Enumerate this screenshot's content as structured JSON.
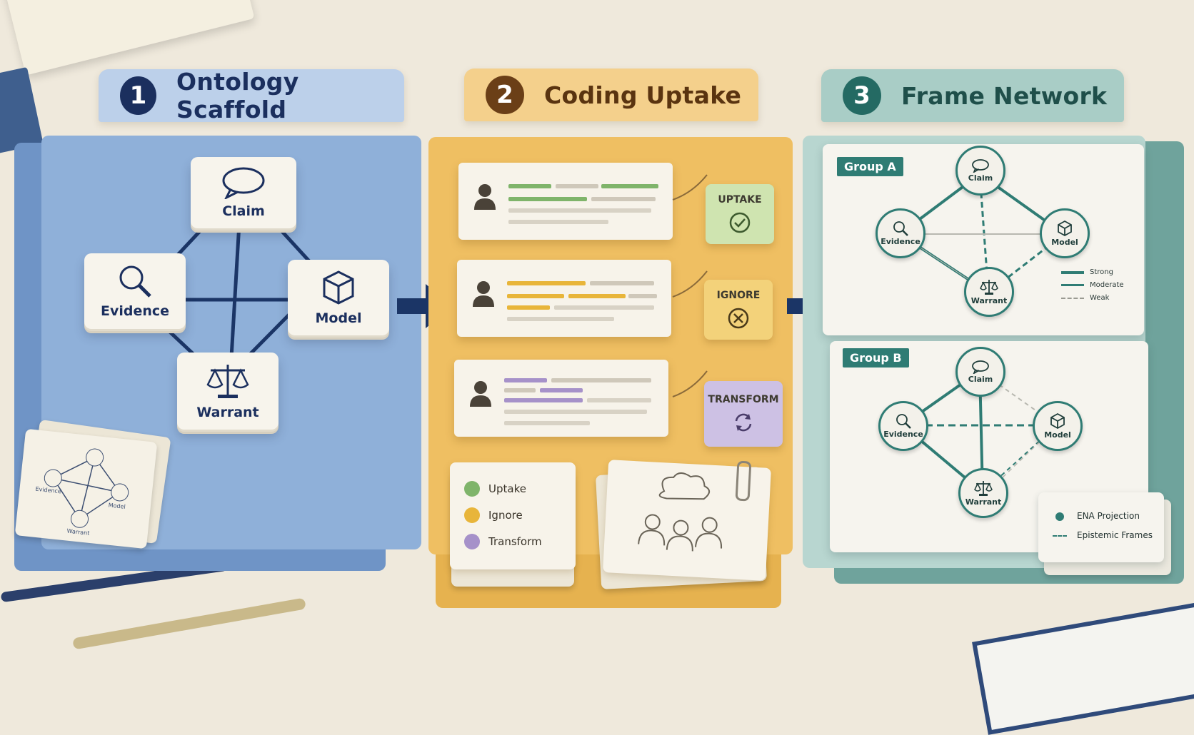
{
  "panels": [
    {
      "number": "1",
      "title": "Ontology Scaffold"
    },
    {
      "number": "2",
      "title": "Coding Uptake"
    },
    {
      "number": "3",
      "title": "Frame Network"
    }
  ],
  "ontology": {
    "nodes": {
      "claim": "Claim",
      "evidence": "Evidence",
      "model": "Model",
      "warrant": "Warrant"
    },
    "mini": {
      "evidence": "Evidence",
      "model": "Model",
      "warrant": "Warrant"
    }
  },
  "coding": {
    "tags": {
      "uptake": "UPTAKE",
      "ignore": "IGNORE",
      "transform": "TRANSFORM"
    },
    "legend": {
      "uptake": "Uptake",
      "ignore": "Ignore",
      "transform": "Transform"
    },
    "colors": {
      "uptake": "#7fb46a",
      "ignore": "#e8b53a",
      "transform": "#a691c9"
    }
  },
  "network": {
    "group_a": {
      "label": "Group A",
      "claim": "Claim",
      "evidence": "Evidence",
      "model": "Model",
      "warrant": "Warrant"
    },
    "group_b": {
      "label": "Group B",
      "claim": "Claim",
      "evidence": "Evidence",
      "model": "Model",
      "warrant": "Warrant"
    },
    "legend": {
      "strong": "Strong",
      "moderate": "Moderate",
      "weak": "Weak"
    },
    "key": {
      "ena": "ENA Projection",
      "frames": "Epistemic Frames"
    }
  },
  "colors": {
    "navy": "#1b2f5e",
    "blue_folder": "#8fb0d9",
    "orange_folder": "#efbf62",
    "teal": "#2f7c74"
  }
}
